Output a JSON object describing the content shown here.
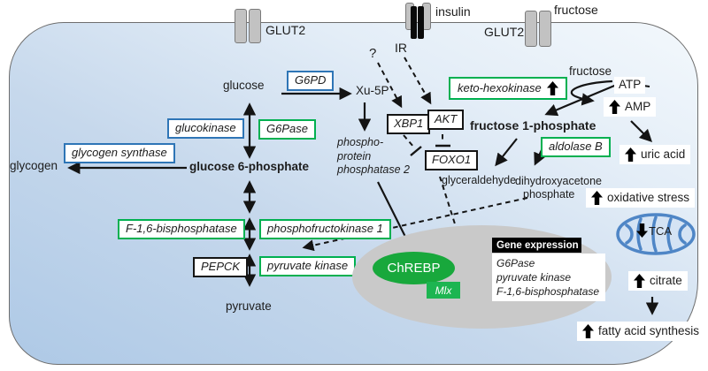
{
  "colors": {
    "accent_blue": "#2E75B6",
    "accent_green": "#00B050",
    "chrebp_green": "#18A83C",
    "nucleus_gray": "#C9C9C9",
    "cell_fill_blue": "#C6D8EC",
    "mito_blue": "#4F86C6",
    "black": "#141414"
  },
  "exterior": {
    "insulin": "insulin",
    "fructose": "fructose"
  },
  "membrane": {
    "glut2_left": "GLUT2",
    "ir": "IR",
    "glut2_right": "GLUT2"
  },
  "glycolysis": {
    "glucose": "glucose",
    "g6pd": "G6PD",
    "xu5p": "Xu-5P",
    "glucokinase": "glucokinase",
    "g6pase": "G6Pase",
    "glycogen_synthase": "glycogen synthase",
    "glycogen": "glycogen",
    "glucose6p": "glucose 6-phosphate",
    "f16bpase": "F-1,6-bisphosphatase",
    "pfk1": "phosphofructokinase 1",
    "pepck": "PEPCK",
    "pyruvate_kinase": "pyruvate kinase",
    "pyruvate": "pyruvate"
  },
  "signaling": {
    "question": "?",
    "xbp1": "XBP1",
    "akt": "AKT",
    "foxo1": "FOXO1",
    "pp2_line1": "phospho-",
    "pp2_line2": "protein",
    "pp2_line3": "phosphatase 2"
  },
  "fructolysis": {
    "fructose": "fructose",
    "keto_hexokinase": "keto-hexokinase",
    "atp": "ATP",
    "amp": "AMP",
    "f1p": "fructose 1-phosphate",
    "aldolase_b": "aldolase B",
    "glyceraldehyde": "glyceraldehyde",
    "dhap_line1": "dihydroxyacetone",
    "dhap_line2": "phosphate"
  },
  "outcomes": {
    "uric_acid": "uric acid",
    "oxidative_stress": "oxidative stress",
    "tca": "TCA",
    "citrate": "citrate",
    "fatty_acid_synthesis": "fatty acid synthesis"
  },
  "nucleus": {
    "chrebp": "ChREBP",
    "mlx": "Mlx",
    "gene_expression": "Gene expression",
    "genes": [
      "G6Pase",
      "pyruvate kinase",
      "F-1,6-bisphosphatase"
    ]
  }
}
